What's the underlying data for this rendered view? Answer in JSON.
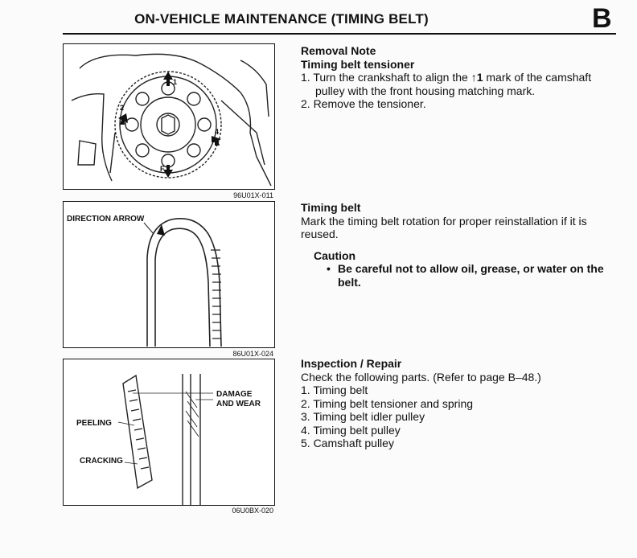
{
  "header": {
    "title": "ON-VEHICLE MAINTENANCE (TIMING BELT)",
    "section_letter": "B"
  },
  "figures": [
    {
      "code": "96U01X-011"
    },
    {
      "code": "86U01X-024",
      "labels": {
        "direction_arrow": "DIRECTION ARROW"
      }
    },
    {
      "code": "06U0BX-020",
      "labels": {
        "damage_and_wear_1": "DAMAGE",
        "damage_and_wear_2": "AND WEAR",
        "peeling": "PEELING",
        "cracking": "CRACKING"
      }
    }
  ],
  "removal": {
    "heading": "Removal Note",
    "subheading": "Timing belt tensioner",
    "steps": [
      {
        "pre": "1. Turn the crankshaft to align the ",
        "mark": "↑1",
        "post": " mark of the camshaft pulley with the front housing matching mark."
      },
      {
        "text": "2. Remove the tensioner."
      }
    ]
  },
  "timing_belt": {
    "heading": "Timing belt",
    "body": "Mark the timing belt rotation for proper reinstallation if it is reused.",
    "caution_heading": "Caution",
    "caution_bullet": "•",
    "caution_text": "Be careful not to allow oil, grease, or water on the belt."
  },
  "inspection": {
    "heading": "Inspection / Repair",
    "intro": "Check the following parts. (Refer to page B–48.)",
    "items": [
      "1. Timing belt",
      "2. Timing belt tensioner and spring",
      "3. Timing belt idler pulley",
      "4. Timing belt pulley",
      "5. Camshaft pulley"
    ]
  }
}
